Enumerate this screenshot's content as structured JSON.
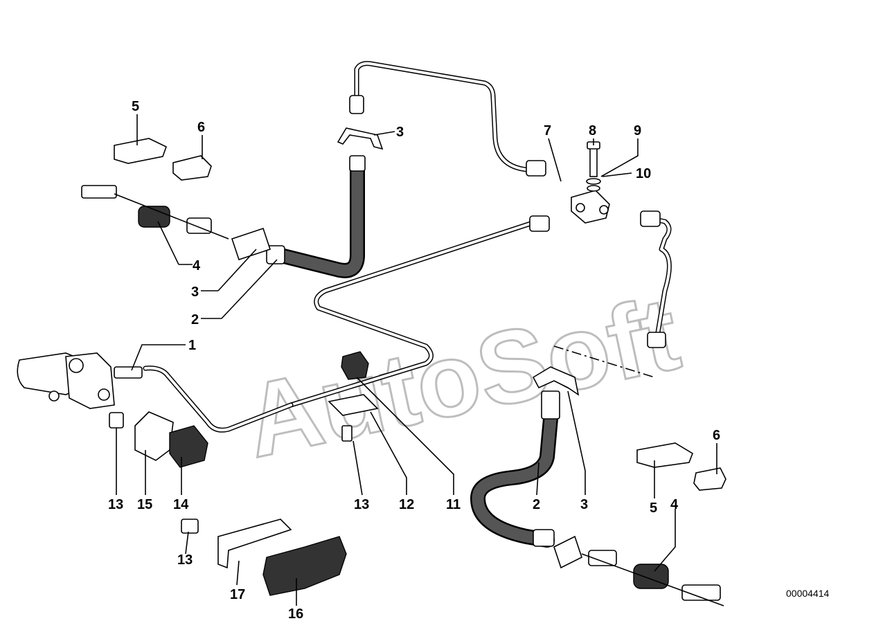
{
  "watermark": "AutoSoft",
  "document_id": "00004414",
  "part_labels": {
    "l1": "1",
    "l2a": "2",
    "l2b": "2",
    "l3a": "3",
    "l3b": "3",
    "l3c": "3",
    "l4a": "4",
    "l4b": "4",
    "l5a": "5",
    "l5b": "5",
    "l6a": "6",
    "l6b": "6",
    "l7": "7",
    "l8": "8",
    "l9": "9",
    "l10": "10",
    "l11": "11",
    "l12": "12",
    "l13a": "13",
    "l13b": "13",
    "l13c": "13",
    "l14": "14",
    "l15": "15",
    "l16": "16",
    "l17": "17"
  }
}
